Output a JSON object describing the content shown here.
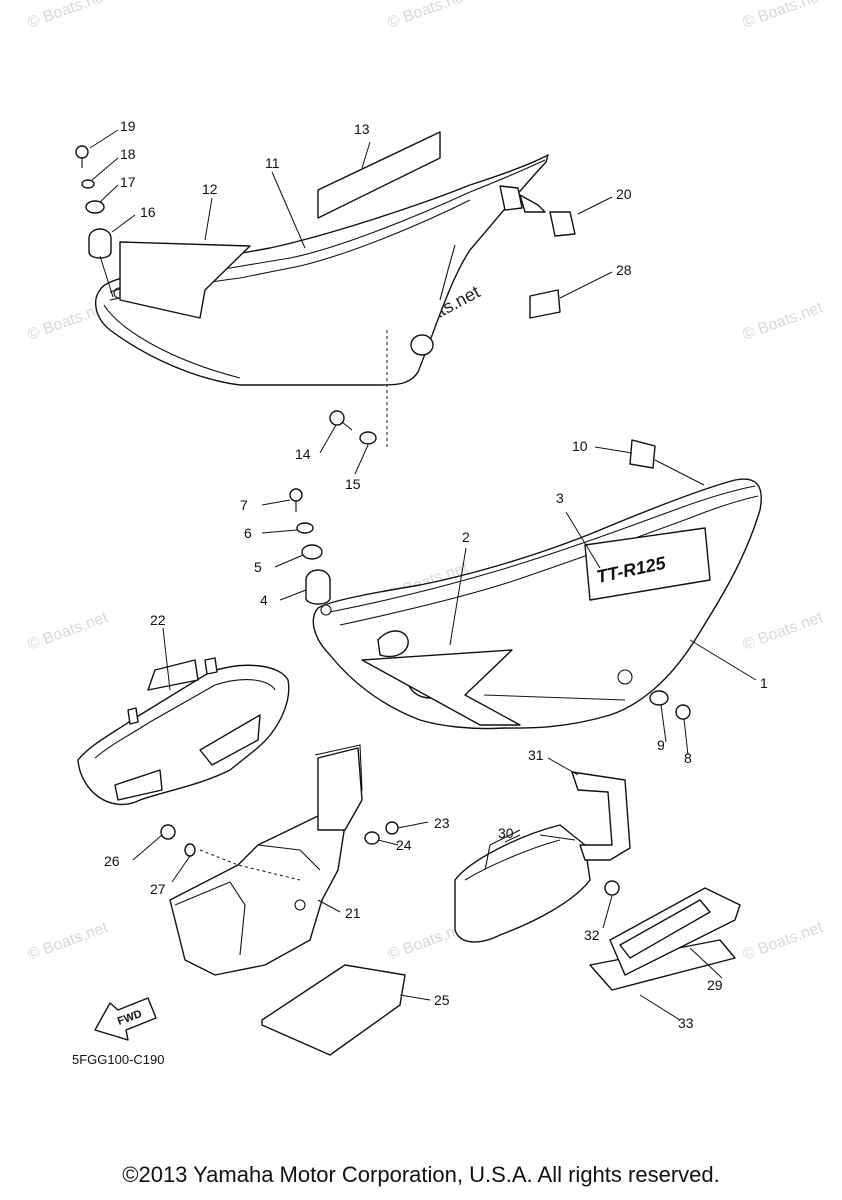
{
  "diagram_code": "5FGG100-C190",
  "copyright": "©2013 Yamaha Motor Corporation, U.S.A. All rights reserved.",
  "watermark": "© Boats.net",
  "model_logo": "TT-R125",
  "fwd_label": "FWD",
  "callouts": [
    "1",
    "2",
    "3",
    "4",
    "5",
    "6",
    "7",
    "8",
    "9",
    "10",
    "11",
    "12",
    "13",
    "14",
    "15",
    "16",
    "17",
    "18",
    "19",
    "20",
    "21",
    "22",
    "23",
    "24",
    "25",
    "26",
    "27",
    "28",
    "29",
    "30",
    "31",
    "32",
    "33"
  ]
}
